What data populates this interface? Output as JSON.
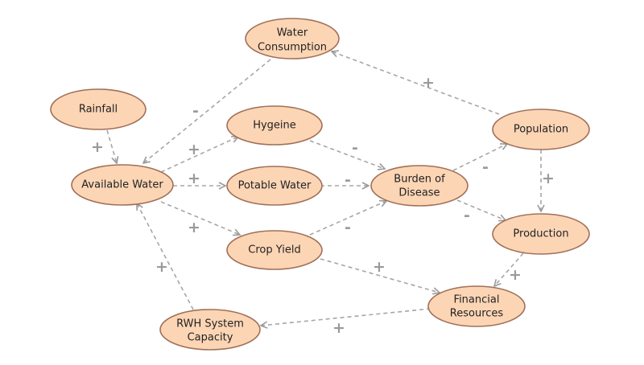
{
  "nodes": {
    "water_consumption": [
      "Water",
      "Consumption"
    ],
    "rainfall": [
      "Rainfall"
    ],
    "hygeine": [
      "Hygeine"
    ],
    "population": [
      "Population"
    ],
    "available_water": [
      "Available Water"
    ],
    "potable_water": [
      "Potable Water"
    ],
    "burden_of_disease": [
      "Burden of",
      "Disease"
    ],
    "production": [
      "Production"
    ],
    "crop_yield": [
      "Crop Yield"
    ],
    "financial_resources": [
      "Financial",
      "Resources"
    ],
    "rwh_system_capacity": [
      "RWH System",
      "Capacity"
    ]
  },
  "links": {
    "population_to_water_consumption": "+",
    "water_consumption_to_available_water": "-",
    "rainfall_to_available_water": "+",
    "available_water_to_hygeine": "+",
    "available_water_to_potable_water": "+",
    "available_water_to_crop_yield": "+",
    "hygeine_to_burden_of_disease": "-",
    "potable_water_to_burden_of_disease": "-",
    "crop_yield_to_burden_of_disease": "-",
    "burden_of_disease_to_population": "-",
    "burden_of_disease_to_production": "-",
    "population_to_production": "+",
    "production_to_financial_resources": "+",
    "crop_yield_to_financial_resources": "+",
    "financial_resources_to_rwh_system_capacity": "+",
    "rwh_system_capacity_to_available_water": "+"
  }
}
